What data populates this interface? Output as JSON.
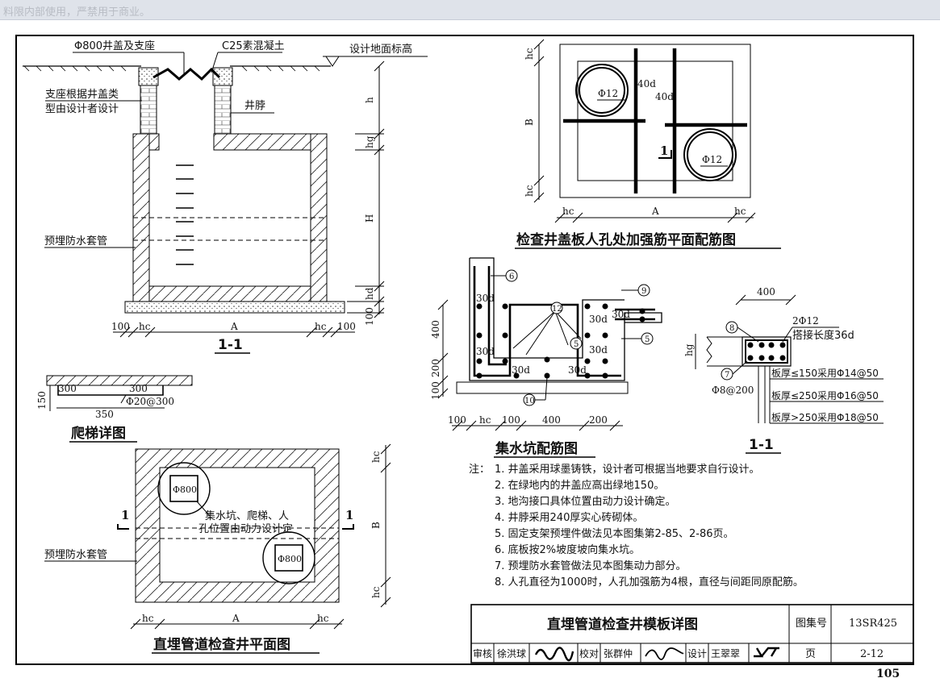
{
  "watermark": "料限内部使用，严禁用于商业。",
  "section_view": {
    "cover_label": "Φ800井盖及支座",
    "concrete_label": "C25素混凝土",
    "ground_label": "设计地面标高",
    "support_label_1": "支座根据井盖类",
    "support_label_2": "型由设计者设计",
    "neck_label": "井脖",
    "sleeve_label": "预埋防水套管",
    "dim_h": "h",
    "dim_hg": "hg",
    "dim_H": "H",
    "dim_hd": "hd",
    "dim_100_right": "100",
    "dim_100_left": "100",
    "dim_hc_left": "hc",
    "dim_A": "A",
    "dim_hc_right": "hc",
    "dim_100_far": "100",
    "title": "1-1"
  },
  "ladder_detail": {
    "dim_300a": "300",
    "dim_300b": "300",
    "rebar": "Φ20@300",
    "dim_150": "150",
    "dim_350": "350",
    "title": "爬梯详图"
  },
  "plan_view": {
    "circle_label_1": "Φ800",
    "circle_label_2": "Φ800",
    "note_1": "集水坑、爬梯、人",
    "note_2": "孔位置由动力设计定",
    "sleeve_label": "预埋防水套管",
    "section_mark_left": "1",
    "section_mark_right": "1",
    "dim_hc_top": "hc",
    "dim_B": "B",
    "dim_hc_bottom": "hc",
    "dim_hc_left": "hc",
    "dim_A": "A",
    "dim_hc_right": "hc",
    "title": "直埋管道检查井平面图"
  },
  "cover_plan": {
    "dim_hc_top": "hc",
    "dim_B": "B",
    "dim_hc_bottom": "hc",
    "dim_hc_left": "hc",
    "dim_A": "A",
    "dim_hc_right": "hc",
    "rebar_1": "Φ12",
    "rebar_2": "Φ12",
    "dim_40d_1": "40d",
    "dim_40d_2": "40d",
    "section_mark": "1",
    "title": "检查井盖板人孔处加强筋平面配筋图"
  },
  "sump_detail": {
    "mark_6": "6",
    "mark_9": "9",
    "mark_12": "12",
    "mark_5a": "5",
    "mark_5b": "5",
    "mark_10": "10",
    "label_30d_1": "30d",
    "label_30d_2": "30d",
    "label_30d_3": "30d",
    "label_30d_4": "30d",
    "label_30d_5": "30d",
    "label_30d_6": "30d",
    "label_30d_7": "30d",
    "dim_400_v": "400",
    "dim_200_v": "200",
    "dim_100_v": "100",
    "dim_100_a": "100",
    "dim_hc": "hc",
    "dim_100_b": "100",
    "dim_400_h": "400",
    "dim_200_h": "200",
    "title": "集水坑配筋图"
  },
  "beam_section": {
    "dim_400": "400",
    "rebar_top": "2Φ12",
    "lap": "搭接长度36d",
    "mark_8": "8",
    "mark_7": "7",
    "dim_hg": "hg",
    "stirrup": "Φ8@200",
    "rule_1": "板厚≤150采用Φ14@50",
    "rule_2": "板厚≤250采用Φ16@50",
    "rule_3": "板厚>250采用Φ18@50",
    "title": "1-1"
  },
  "notes": {
    "head": "注：",
    "items": [
      "1.  井盖采用球墨铸铁，设计者可根据当地要求自行设计。",
      "2.  在绿地内的井盖应高出绿地150。",
      "3.  地沟接口具体位置由动力设计确定。",
      "4.  井脖采用240厚实心砖砌体。",
      "5.  固定支架预埋件做法见本图集第2-85、2-86页。",
      "6.  底板按2%坡度坡向集水坑。",
      "7.  预埋防水套管做法见本图集动力部分。",
      "8.  人孔直径为1000时，人孔加强筋为4根，直径与间距同原配筋。"
    ]
  },
  "title_block": {
    "title": "直埋管道检查井模板详图",
    "atlas_label": "图集号",
    "atlas_no": "13SR425",
    "review_label": "审核",
    "reviewer": "徐洪球",
    "check_label": "校对",
    "checker": "张群仲",
    "design_label": "设计",
    "designer": "王翠翠",
    "page_label": "页",
    "page_no": "2-12"
  },
  "page_number": "105"
}
